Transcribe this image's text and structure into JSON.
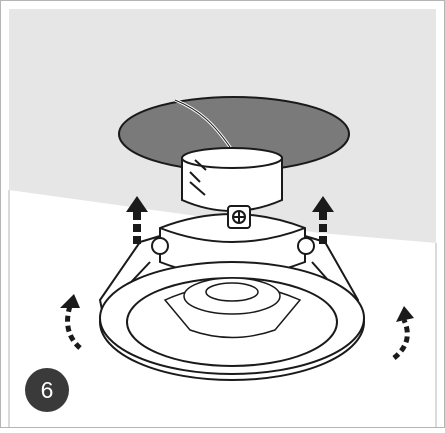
{
  "step": {
    "number": "6"
  },
  "colors": {
    "ceiling": "#e6e6e6",
    "hole": "#7a7a7a",
    "frame": "#b5b5b5",
    "line": "#1a1a1a",
    "badge": "#3a3a3a"
  },
  "arrows": [
    {
      "name": "push-up-arrow-left",
      "icon": "dashed-up-arrow"
    },
    {
      "name": "push-up-arrow-right",
      "icon": "dashed-up-arrow"
    },
    {
      "name": "rotate-arrow-left",
      "icon": "curved-dashed-arrow"
    },
    {
      "name": "rotate-arrow-right",
      "icon": "curved-dashed-arrow"
    }
  ]
}
